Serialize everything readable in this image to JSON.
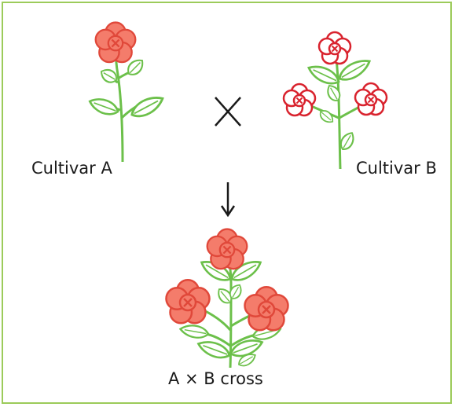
{
  "labels": {
    "cultivar_a": "Cultivar A",
    "cultivar_b": "Cultivar B",
    "offspring": "A × B cross"
  },
  "symbols": {
    "cross": "cross-symbol",
    "arrow": "down-arrow"
  },
  "colors": {
    "border": "#9ccb5a",
    "stem": "#6cc04a",
    "leaf_fill": "#ffffff",
    "petal_solid_fill": "#f47c6b",
    "petal_solid_stroke": "#e0483a",
    "petal_outline_stroke": "#d9232e",
    "text": "#1a1a1a"
  }
}
